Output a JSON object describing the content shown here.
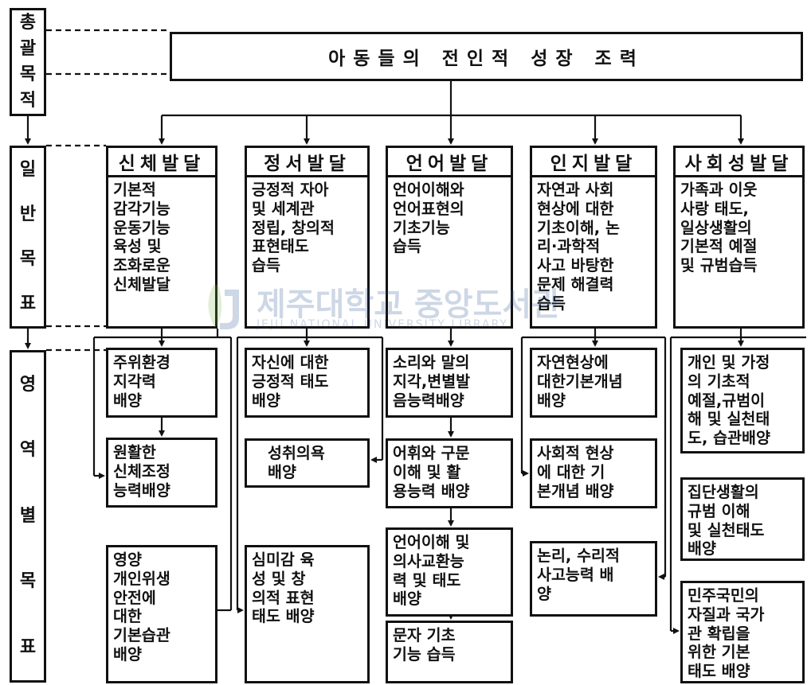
{
  "side_labels": [
    {
      "id": "overall",
      "chars": [
        "총",
        "괄",
        "목",
        "적"
      ]
    },
    {
      "id": "general",
      "chars": [
        "일",
        "반",
        "목",
        "표"
      ]
    },
    {
      "id": "domain",
      "chars": [
        "영",
        "역",
        "별",
        "목",
        "표"
      ]
    }
  ],
  "overall_goal": "아동들의 전인적 성장 조력",
  "columns": [
    {
      "heading": "신체발달",
      "general": "기본적\n감각기능\n운동기능\n육성 및\n조화로운\n신체발달",
      "specifics": [
        "주위환경\n지각력\n배양",
        "원활한\n신체조정\n능력배양",
        "영양\n개인위생\n안전에\n대한\n기본습관\n배양"
      ]
    },
    {
      "heading": "정서발달",
      "general": "긍정적 자아\n및 세계관\n정립, 창의적\n표현태도\n습득",
      "specifics": [
        "자신에 대한\n긍정적 태도\n배양",
        "성취의욕\n배양",
        "심미감 육\n성 및 창\n의적 표현\n태도 배양"
      ]
    },
    {
      "heading": "언어발달",
      "general": "언어이해와\n언어표현의\n기초기능\n습득",
      "specifics": [
        "소리와 말의\n지각,변별발\n음능력배양",
        "어휘와 구문\n이해 및 활\n용능력 배양",
        "언어이해 및\n의사교환능\n력 및 태도\n배양",
        "문자 기초\n기능 습득"
      ]
    },
    {
      "heading": "인지발달",
      "general": "자연과 사회\n현상에 대한\n기초이해, 논\n리·과학적\n사고 바탕한\n문제 해결력\n습득",
      "specifics": [
        "자연현상에\n대한기본개념\n배양",
        "사회적 현상\n에 대한 기\n본개념 배양",
        "논리, 수리적\n사고능력 배\n양"
      ]
    },
    {
      "heading": "사회성발달",
      "general": "가족과 이웃\n사랑 태도,\n일상생활의\n기본적 예절\n및 규범습득",
      "specifics": [
        "개인 및 가정\n의 기초적\n예절,규범이\n해 및 실천태\n도, 습관배양",
        "집단생활의\n규범 이해\n및 실천태도\n배양",
        "민주국민의\n자질과 국가\n관 확립을\n위한 기본\n태도 배양"
      ]
    }
  ],
  "watermark": {
    "logo_text": "제주대학교 중앙도서관",
    "logo_subtext": "JEJU NATIONAL UNIVERSITY LIBRARY"
  }
}
